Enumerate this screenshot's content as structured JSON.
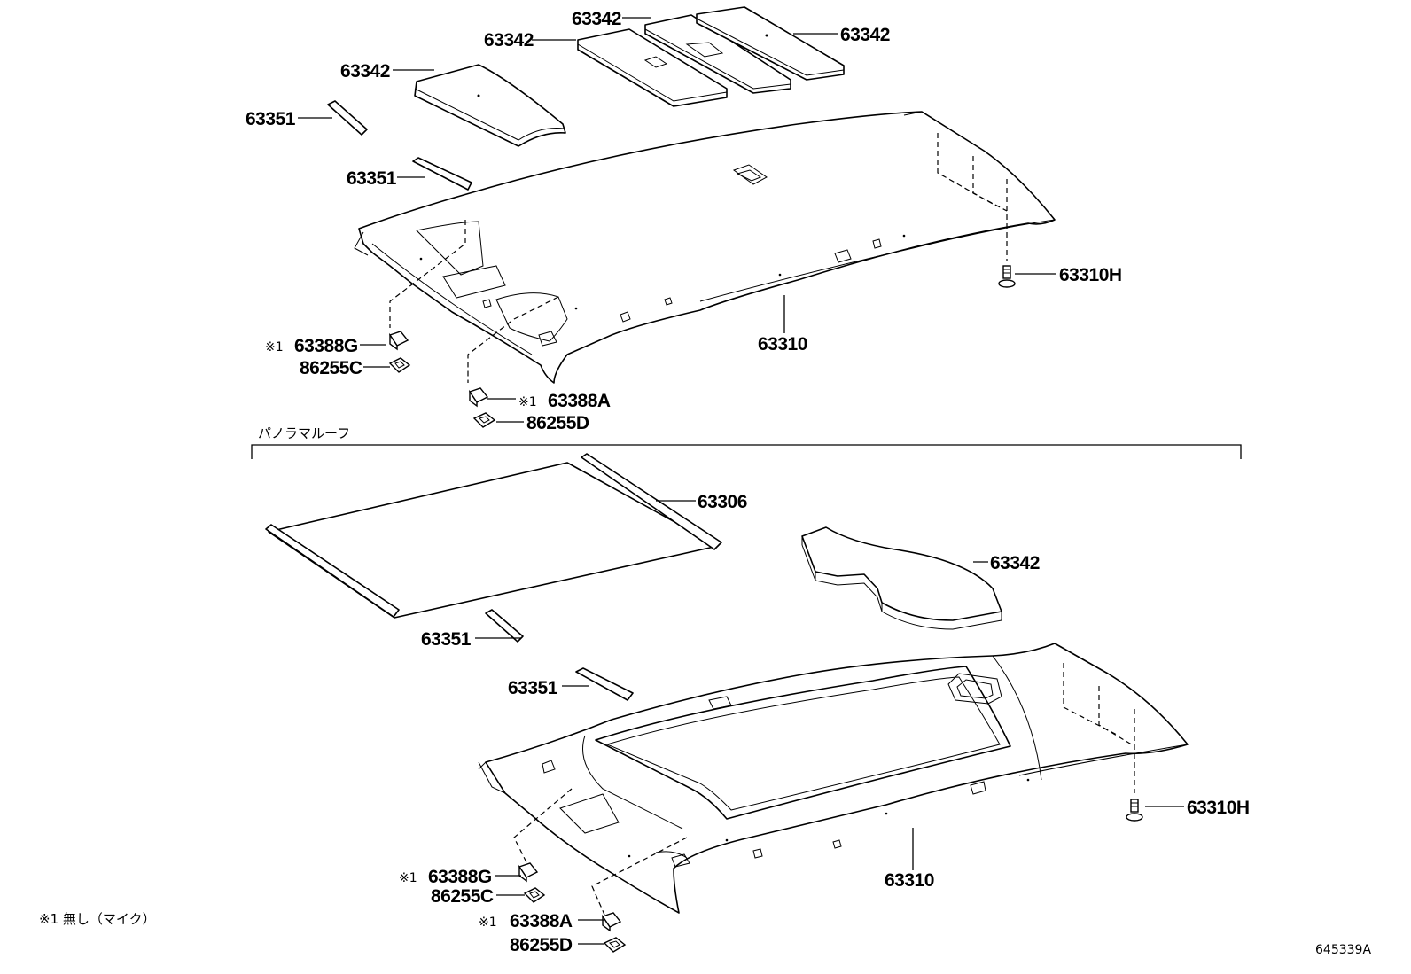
{
  "labels": {
    "top": {
      "p63342_a": "63342",
      "p63342_b": "63342",
      "p63342_c": "63342",
      "p63342_d": "63342",
      "p63351_a": "63351",
      "p63351_b": "63351",
      "p63310H": "63310H",
      "p63310": "63310",
      "p63388G": "63388G",
      "p86255C": "86255C",
      "p63388A": "63388A",
      "p86255D": "86255D"
    },
    "bottom": {
      "p63306": "63306",
      "p63342": "63342",
      "p63351_a": "63351",
      "p63351_b": "63351",
      "p63310H": "63310H",
      "p63310": "63310",
      "p63388G": "63388G",
      "p86255C": "86255C",
      "p63388A": "63388A",
      "p86255D": "86255D"
    },
    "note_mark": "※1",
    "section_title": "パノラマルーフ",
    "footnote": "※1 無し（マイク）",
    "diagram_id": "645339A"
  }
}
